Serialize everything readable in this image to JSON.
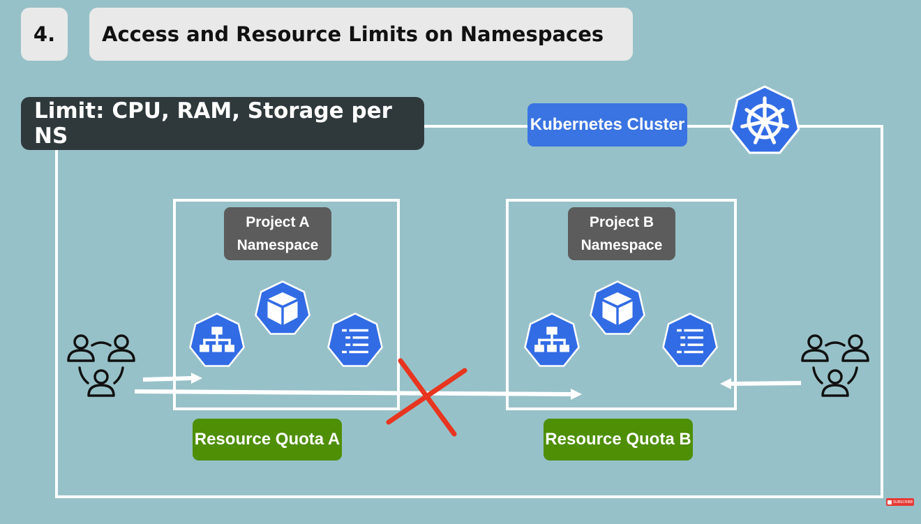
{
  "header": {
    "number": "4.",
    "title": "Access and Resource Limits on Namespaces"
  },
  "limit_banner": "Limit: CPU, RAM, Storage per NS",
  "cluster": {
    "label": "Kubernetes Cluster",
    "logo_icon": "kubernetes-helm-icon"
  },
  "namespaces": [
    {
      "label_line1": "Project A",
      "label_line2": "Namespace",
      "quota": "Resource Quota A",
      "icons": [
        "deployment-icon",
        "pod-cube-icon",
        "config-list-icon"
      ]
    },
    {
      "label_line1": "Project B",
      "label_line2": "Namespace",
      "quota": "Resource Quota B",
      "icons": [
        "deployment-icon",
        "pod-cube-icon",
        "config-list-icon"
      ]
    }
  ],
  "user_groups": [
    "team-users-icon",
    "team-users-icon"
  ],
  "access_denied_icon": "red-cross-icon",
  "subscribe_badge": "SUBSCRIBE",
  "colors": {
    "background": "#97c1c8",
    "k8s_blue": "#326ce5",
    "cluster_label": "#3a74e2",
    "namespace_label": "#5c5c5c",
    "quota_green": "#4e8f05",
    "banner_dark": "#2f393b",
    "denied_red": "#e8351f"
  }
}
